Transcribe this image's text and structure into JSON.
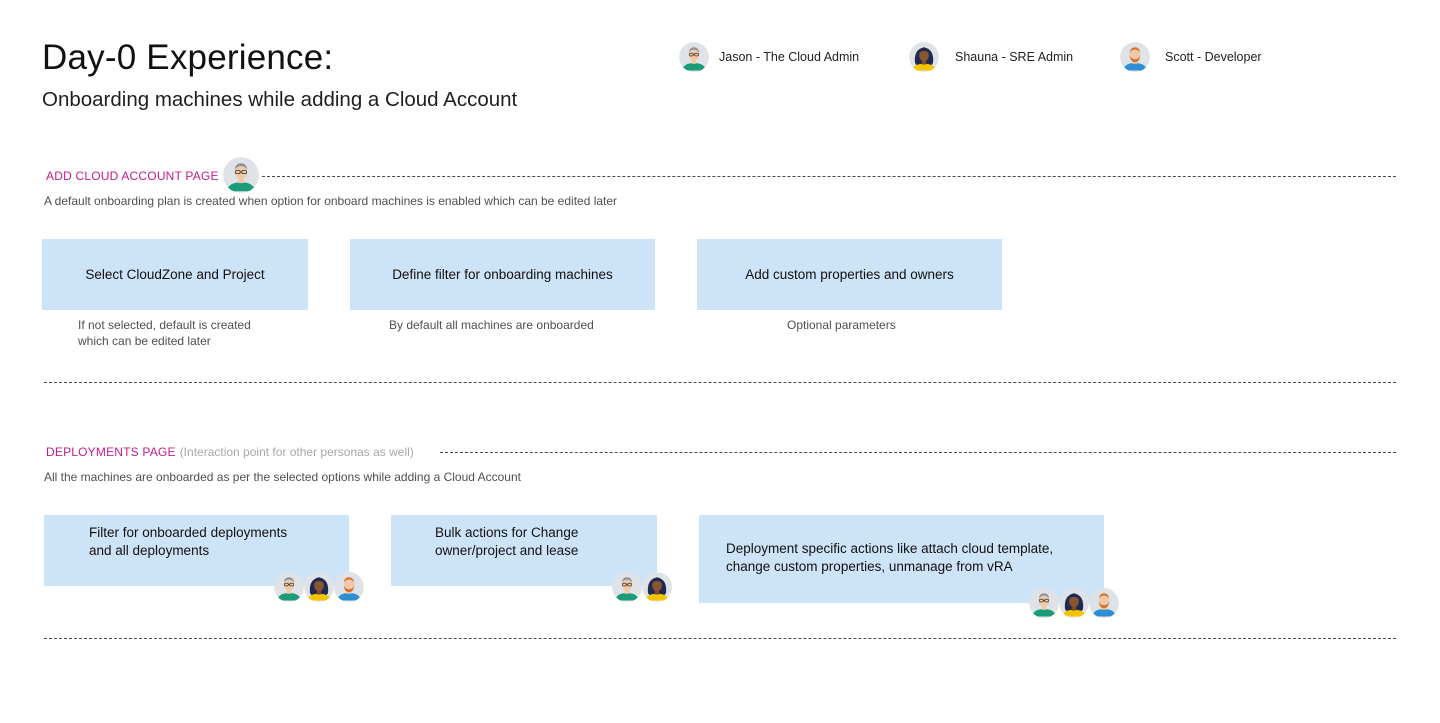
{
  "header": {
    "title": "Day-0 Experience:",
    "subtitle": "Onboarding machines while adding a Cloud Account"
  },
  "personas": [
    {
      "label": "Jason - The Cloud Admin",
      "icon": "jason-avatar-icon"
    },
    {
      "label": "Shauna - SRE Admin",
      "icon": "shauna-avatar-icon"
    },
    {
      "label": "Scott - Developer",
      "icon": "scott-avatar-icon"
    }
  ],
  "section1": {
    "label": "ADD CLOUD ACCOUNT PAGE",
    "description": "A default onboarding plan is created when option for onboard machines is enabled which can be edited later",
    "steps": [
      {
        "title": "Select CloudZone and Project",
        "caption": "If not selected, default is created\nwhich can be edited later"
      },
      {
        "title": "Define filter for onboarding machines",
        "caption": "By default all machines are onboarded"
      },
      {
        "title": "Add custom properties and owners",
        "caption": "Optional parameters"
      }
    ]
  },
  "section2": {
    "label": "DEPLOYMENTS PAGE",
    "note": "(Interaction point for other personas as well)",
    "description": "All the machines are onboarded as per the selected options while adding a Cloud Account",
    "steps": [
      {
        "title": "Filter for onboarded deployments\nand all deployments"
      },
      {
        "title": "Bulk actions for Change\nowner/project and lease"
      },
      {
        "title": "Deployment specific actions like attach cloud template,\nchange custom properties, unmanage from vRA"
      }
    ]
  },
  "colors": {
    "accent": "#c21d8a",
    "box_fill": "#cde3f7",
    "jason_shirt": "#1a9b7a",
    "shauna_shirt": "#f5c400",
    "scott_shirt": "#2d8fd0"
  }
}
